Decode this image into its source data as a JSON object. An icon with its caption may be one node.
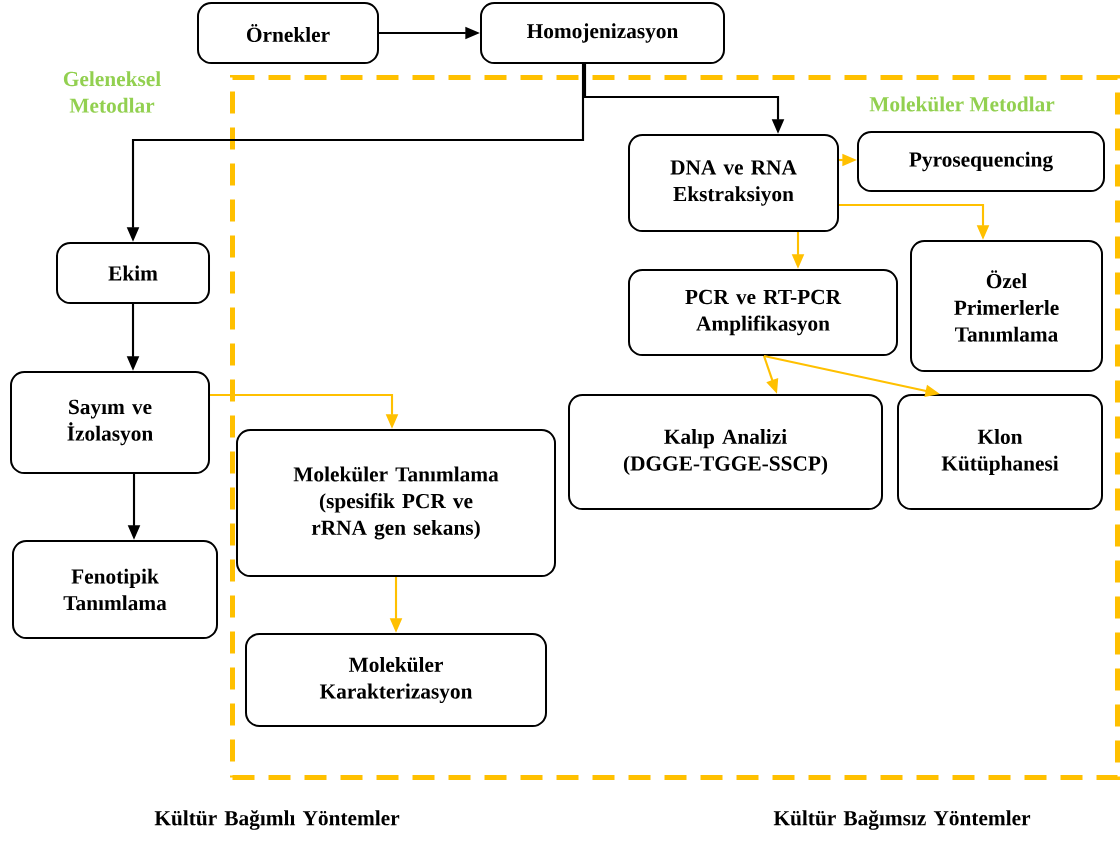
{
  "diagram": {
    "nodes": [
      {
        "text": [
          "Örnekler"
        ]
      },
      {
        "text": [
          "Homojenizasyon"
        ]
      },
      {
        "text": [
          "Moleküler Metodlar"
        ]
      },
      {
        "text": [
          "Ekim"
        ]
      },
      {
        "text": [
          "Sayım ve İzolasyon"
        ]
      },
      {
        "text": [
          "Fenotipik Tanımlama"
        ]
      },
      {
        "text": [
          "DNA ve RNA Ekstraksiyon"
        ],
        "in": 2
      },
      {
        "text": [
          "Pyrosequencing"
        ],
        "in": 2
      },
      {
        "text": [
          "PCR ve RT-PCR Amplifikasyon"
        ],
        "in": 2
      },
      {
        "text": [
          "Özel Primerlerle Tanımlama"
        ],
        "in": 2
      },
      {
        "text": [
          "Kalıp Analizi (DGGE-TGGE-SSCP)"
        ],
        "in": 2
      },
      {
        "text": [
          "Klon Kütüphanesi"
        ],
        "in": 2
      },
      {
        "text": [
          "Moleküler Tanımlama (spesifik PCR ve rRNA gen sekans)"
        ],
        "in": 2
      },
      {
        "text": [
          "Moleküler Karakterizasyon"
        ],
        "in": 2
      }
    ],
    "edges": [
      {
        "from": 0,
        "to": 1,
        "arrow": "to",
        "color": "#000000"
      },
      {
        "from": 1,
        "to": 6,
        "arrow": "to",
        "color": "#000000"
      },
      {
        "from": 1,
        "to": 3,
        "arrow": "to",
        "color": "#000000"
      },
      {
        "from": 3,
        "to": 4,
        "arrow": "to",
        "color": "#000000"
      },
      {
        "from": 4,
        "to": 5,
        "arrow": "to",
        "color": "#000000"
      },
      {
        "from": 4,
        "to": 12,
        "arrow": "to"
      },
      {
        "from": 12,
        "to": 13,
        "arrow": "to"
      },
      {
        "from": 6,
        "to": 7,
        "arrow": "to"
      },
      {
        "from": 6,
        "to": 9,
        "arrow": "to"
      },
      {
        "from": 6,
        "to": 8,
        "arrow": "to"
      },
      {
        "from": 8,
        "to": 10,
        "arrow": "to"
      },
      {
        "from": 8,
        "to": 11,
        "arrow": "to"
      }
    ],
    "labels": [
      "Geleneksel Metodlar",
      "Kültür Bağımlı Yöntemler",
      "Kültür Bağımsız Yöntemler"
    ]
  }
}
